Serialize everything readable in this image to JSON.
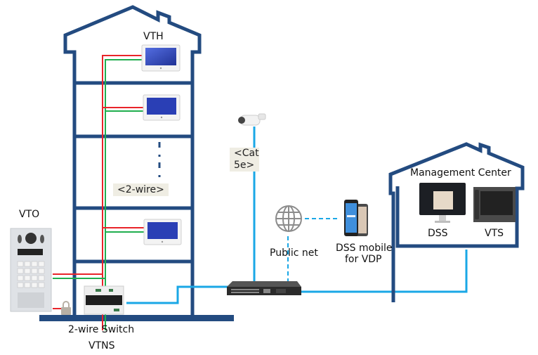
{
  "labels": {
    "vth": "VTH",
    "vto": "VTO",
    "two_wire_tag": "<2-wire>",
    "cat5e_tag_line1": "<Cat",
    "cat5e_tag_line2": "5e>",
    "public_net": "Public net",
    "dss_mobile_line1": "DSS mobile",
    "dss_mobile_line2": "for VDP",
    "management_center": "Management Center",
    "dss": "DSS",
    "vts": "VTS",
    "switch_line1": "2-wire Switch",
    "switch_line2": "VTNS"
  },
  "colors": {
    "building": "#234b80",
    "wire_red": "#e8242a",
    "wire_green": "#1fae4e",
    "ethernet": "#1aa7e6",
    "tag_bg": "#efede3"
  }
}
